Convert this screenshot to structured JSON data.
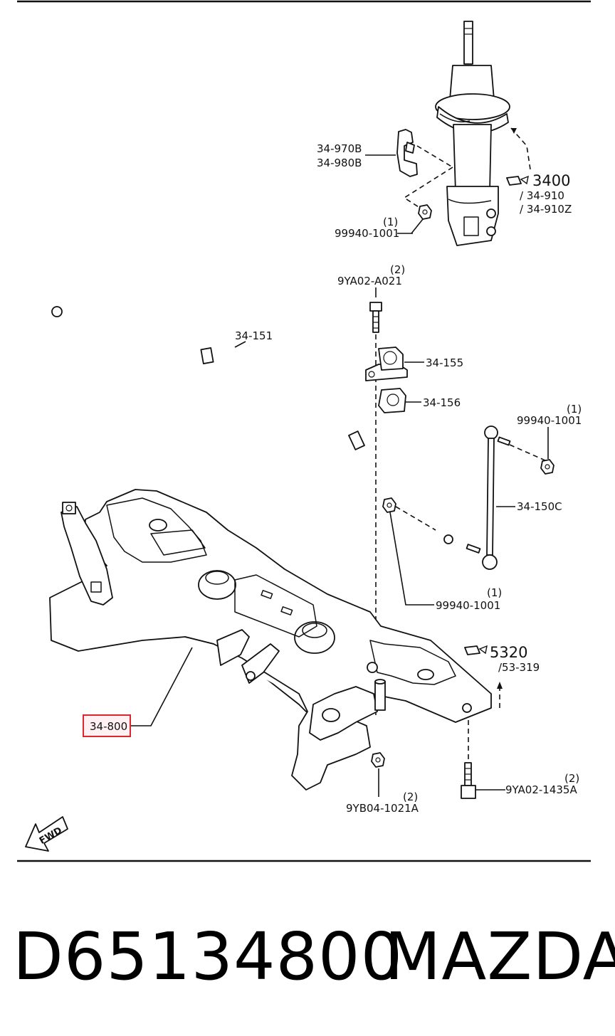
{
  "labels": {
    "l_34_970b": "34-970B",
    "l_34_980b": "34-980B",
    "l_3400": "3400",
    "l_34_910": "/ 34-910",
    "l_34_910z": "/ 34-910Z",
    "l_qty_1a": "(1)",
    "l_99940_a": "99940-1001",
    "l_qty_2a": "(2)",
    "l_9ya02_a021": "9YA02-A021",
    "l_34_151": "34-151",
    "l_34_155": "34-155",
    "l_34_156": "34-156",
    "l_qty_1b": "(1)",
    "l_99940_b": "99940-1001",
    "l_34_150c": "34-150C",
    "l_qty_1c": "(1)",
    "l_99940_c": "99940-1001",
    "l_5320": "5320",
    "l_53_319": "/53-319",
    "l_34_800": "34-800",
    "l_qty_2b": "(2)",
    "l_9ya02_1435a": "9YA02-1435A",
    "l_qty_2c": "(2)",
    "l_9yb04_1021a": "9YB04-1021A",
    "fwd": "FWD"
  },
  "highlight": {
    "label": "34-800",
    "color": "#e0242c"
  },
  "footer": {
    "part_number": "D65134800",
    "brand": "MAZDA"
  }
}
